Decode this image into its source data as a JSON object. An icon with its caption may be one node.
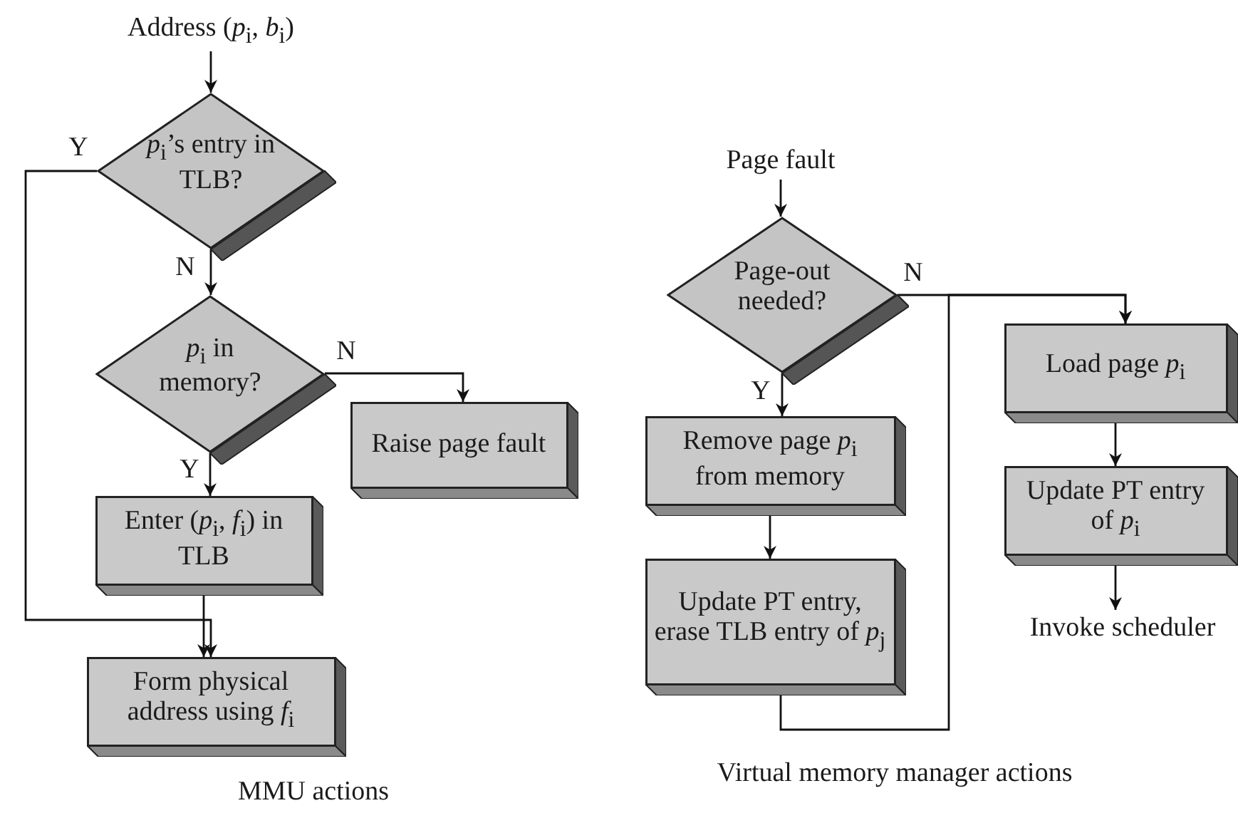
{
  "diagram": {
    "nodes": [
      {
        "text": [
          "Address (*p*$_{i}$, *b*$_{i}$)"
        ]
      },
      {
        "text": [
          "*p*$_{i}$’s entry in TLB?"
        ]
      },
      {
        "text": [
          "*p*$_{i}$ in memory?"
        ]
      },
      {
        "text": [
          "Raise page fault"
        ]
      },
      {
        "text": [
          "Enter (*p*$_{i}$, *f*$_{i}$) in TLB"
        ]
      },
      {
        "text": [
          "Form physical address using *f*$_{i}$"
        ]
      },
      {
        "text": [
          "Page fault"
        ]
      },
      {
        "text": [
          "Page-out needed?"
        ]
      },
      {
        "text": [
          "Remove page *p*$_{i}$ from memory"
        ]
      },
      {
        "text": [
          "Update PT entry, erase TLB entry of *p*$_{j}$"
        ]
      },
      {
        "text": [
          "Load page *p*$_{i}$"
        ]
      },
      {
        "text": [
          "Update PT entry of *p*$_{i}$"
        ]
      },
      {
        "text": [
          "Invoke scheduler"
        ]
      }
    ],
    "edges": [
      {
        "from": 0,
        "to": 1,
        "arrow": "to"
      },
      {
        "from": 1,
        "to": 2,
        "arrow": "to",
        "label": "N"
      },
      {
        "from": 1,
        "to": 5,
        "arrow": "to",
        "label": "Y"
      },
      {
        "from": 2,
        "to": 3,
        "arrow": "to",
        "label": "N"
      },
      {
        "from": 2,
        "to": 4,
        "arrow": "to",
        "label": "Y"
      },
      {
        "from": 4,
        "to": 5,
        "arrow": "to"
      },
      {
        "from": 6,
        "to": 7,
        "arrow": "to"
      },
      {
        "from": 7,
        "to": 10,
        "arrow": "to",
        "label": "N"
      },
      {
        "from": 7,
        "to": 8,
        "arrow": "to",
        "label": "Y"
      },
      {
        "from": 8,
        "to": 9,
        "arrow": "to"
      },
      {
        "from": 9,
        "to": 10,
        "arrow": "to"
      },
      {
        "from": 10,
        "to": 11,
        "arrow": "to"
      },
      {
        "from": 11,
        "to": 12,
        "arrow": "to"
      }
    ],
    "labels": [
      "MMU actions",
      "Virtual memory manager actions"
    ]
  }
}
